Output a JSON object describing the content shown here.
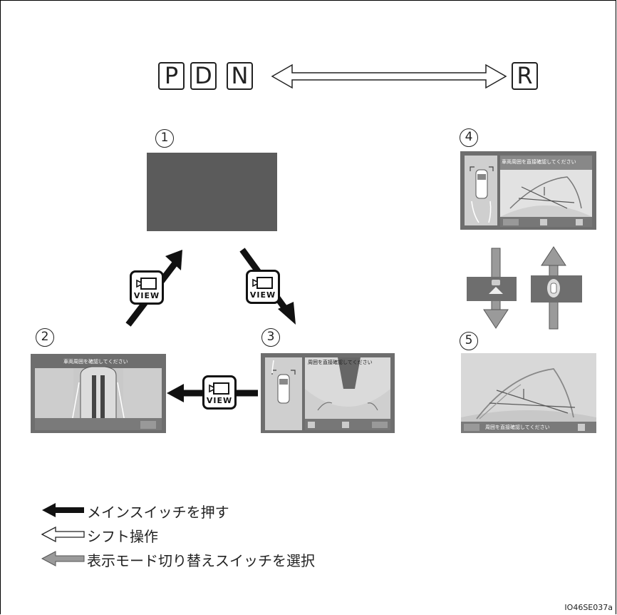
{
  "gears": {
    "p": "P",
    "d": "D",
    "n": "N",
    "r": "R"
  },
  "markers": {
    "m1": "1",
    "m2": "2",
    "m3": "3",
    "m4": "4",
    "m5": "5"
  },
  "view_label": "VIEW",
  "screens": {
    "s2_caption": "車両周囲を確認してください",
    "s3_caption": "周囲を直接確認してください",
    "s4_caption": "車両周囲を直接確認してください",
    "s5_caption": "周囲を直接確認してください"
  },
  "legend": {
    "main_switch": "メインスイッチを押す",
    "shift": "シフト操作",
    "mode_switch": "表示モード切り替えスイッチを選択"
  },
  "figure_code": "IO46SE037a",
  "colors": {
    "screen_dark": "#5b5b5b",
    "screen_frame": "#6e6e6e",
    "ground": "#c9c9c9",
    "arrow_black": "#111111",
    "arrow_gray": "#9a9a9a"
  }
}
